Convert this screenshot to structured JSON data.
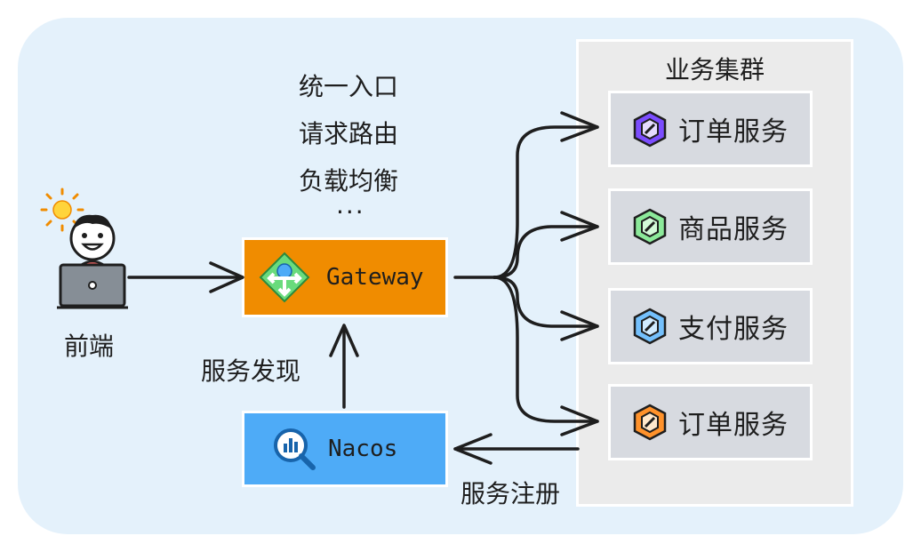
{
  "cluster": {
    "title": "业务集群"
  },
  "services": [
    {
      "label": "订单服务",
      "color": "#7c4dff"
    },
    {
      "label": "商品服务",
      "color": "#2f9e44"
    },
    {
      "label": "支付服务",
      "color": "#1c7ed6"
    },
    {
      "label": "订单服务",
      "color": "#f08c00"
    }
  ],
  "gateway": {
    "label": "Gateway",
    "color": "#f08c00"
  },
  "nacos": {
    "label": "Nacos",
    "color": "#4eabf7"
  },
  "features": [
    "统一入口",
    "请求路由",
    "负载均衡",
    "···"
  ],
  "frontend": {
    "label": "前端"
  },
  "discovery": {
    "label": "服务发现"
  },
  "registration": {
    "label": "服务注册"
  }
}
